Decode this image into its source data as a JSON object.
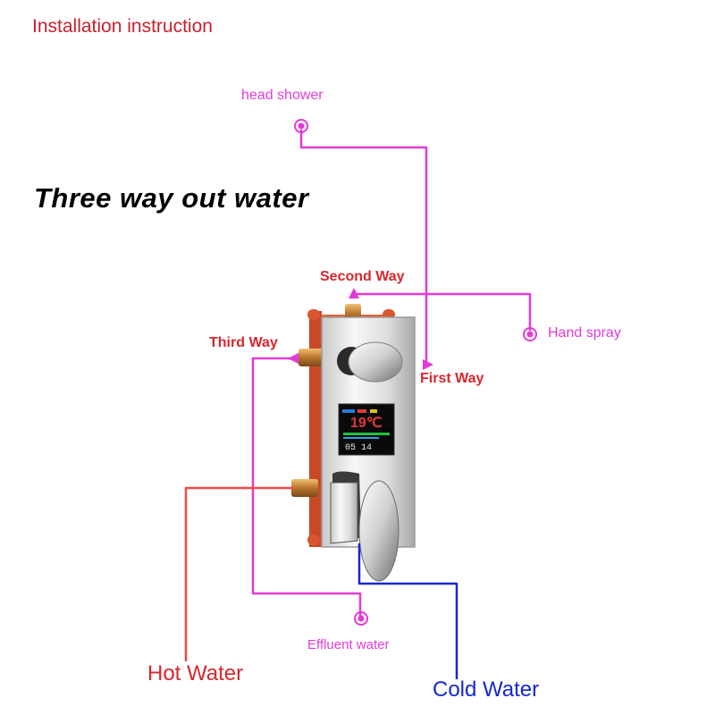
{
  "title": "Installation instruction",
  "heading": "Three way out water",
  "labels": {
    "head_shower": "head shower",
    "second_way": "Second Way",
    "third_way": "Third Way",
    "first_way": "First Way",
    "hand_spray": "Hand spray",
    "effluent_water": "Effluent water",
    "hot_water": "Hot Water",
    "cold_water": "Cold Water"
  },
  "display": {
    "temperature": "19℃",
    "reading": "05 14"
  },
  "colors": {
    "title": "#c8202c",
    "outlet_pipe": "#e23ad8",
    "hot_pipe": "#ef4a4a",
    "cold_pipe": "#1428d0",
    "direction_label": "#d8262c",
    "body_frame": "#e0643a"
  }
}
